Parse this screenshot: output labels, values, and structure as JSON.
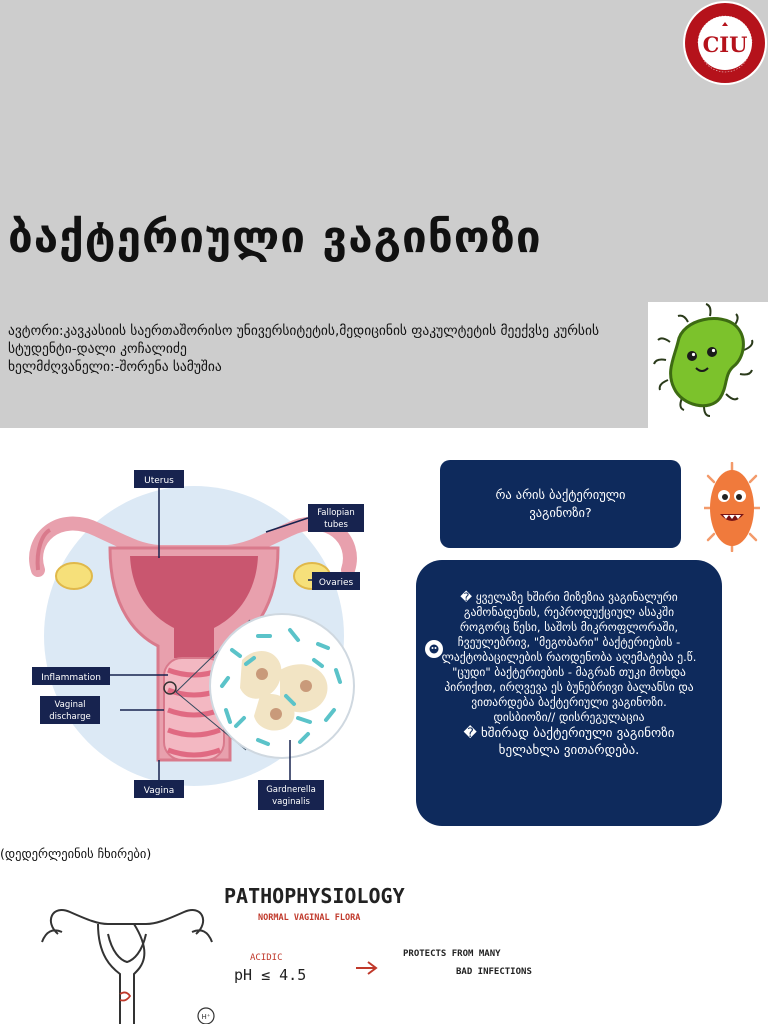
{
  "title": "ბაქტერიული ვაგინოზი",
  "meta": {
    "line1": "ავტორი:კავკასიის საერთაშორისო უნივერსიტეტის,მედიცინის ფაკულტეტის მეექვსე კურსის",
    "line2": "სტუდენტი-დალი კოჩალიძე",
    "line3": "ხელმძღვანელი:-შორენა სამუშია"
  },
  "logo": {
    "letters": "CIU",
    "ring_text_top": "კავკასიის საერთაშორისო უნივერსიტეტი",
    "ring_text_bottom": "CAUCASUS INTERNATIONAL UNIVERSITY",
    "color": "#b5121b"
  },
  "diagram": {
    "labels": {
      "uterus": "Uterus",
      "fallopian": "Fallopian tubes",
      "ovaries": "Ovaries",
      "inflammation": "Inflammation",
      "discharge": "Vaginal discharge",
      "vagina": "Vagina",
      "gardnerella": "Gardnerella vaginalis"
    }
  },
  "question": "რა არის ბაქტერიული ვაგინოზი?",
  "info": {
    "p1": "� ყველაზე ხშირი მიზეზია ვაგინალური გამონადენის, რეპროდუქციულ ასაკში როგორც წესი, საშოს მიკროფლორაში, ჩვეულებრივ, \"მეგობარი\" ბაქტერიების - ლაქტობაცილების რაოდენობა აღემატება ე.წ. \"ცუდი\" ბაქტერიების - მაგრან თუკი მოხდა პირიქით, ირღვევა ეს ბუნებრივი ბალანსი და ვითარდება ბაქტერიული ვაგინოზი.",
    "p2": "დისბიოზი// დისრეგულაცია",
    "p3": "� ხშირად ბაქტერიული ვაგინოზი ხელახლა ვითარდება."
  },
  "caption": "(დედერლეინის ჩხირები)",
  "patho": {
    "title": "PATHOPHYSIOLOGY",
    "subtitle": "NORMAL VAGINAL FLORA",
    "acidic": "ACIDIC",
    "ph": "pH ≤ 4.5",
    "protects": "PROTECTS FROM MANY",
    "bad": "BAD INFECTIONS",
    "small": "H⁺"
  },
  "colors": {
    "header_bg": "#cdcdcd",
    "box_bg": "#0e2a5c",
    "label_bg": "#17234f",
    "uterus_pink": "#e8a0ad",
    "circle_bg": "#dce9f5",
    "patho_red": "#c0392b"
  }
}
